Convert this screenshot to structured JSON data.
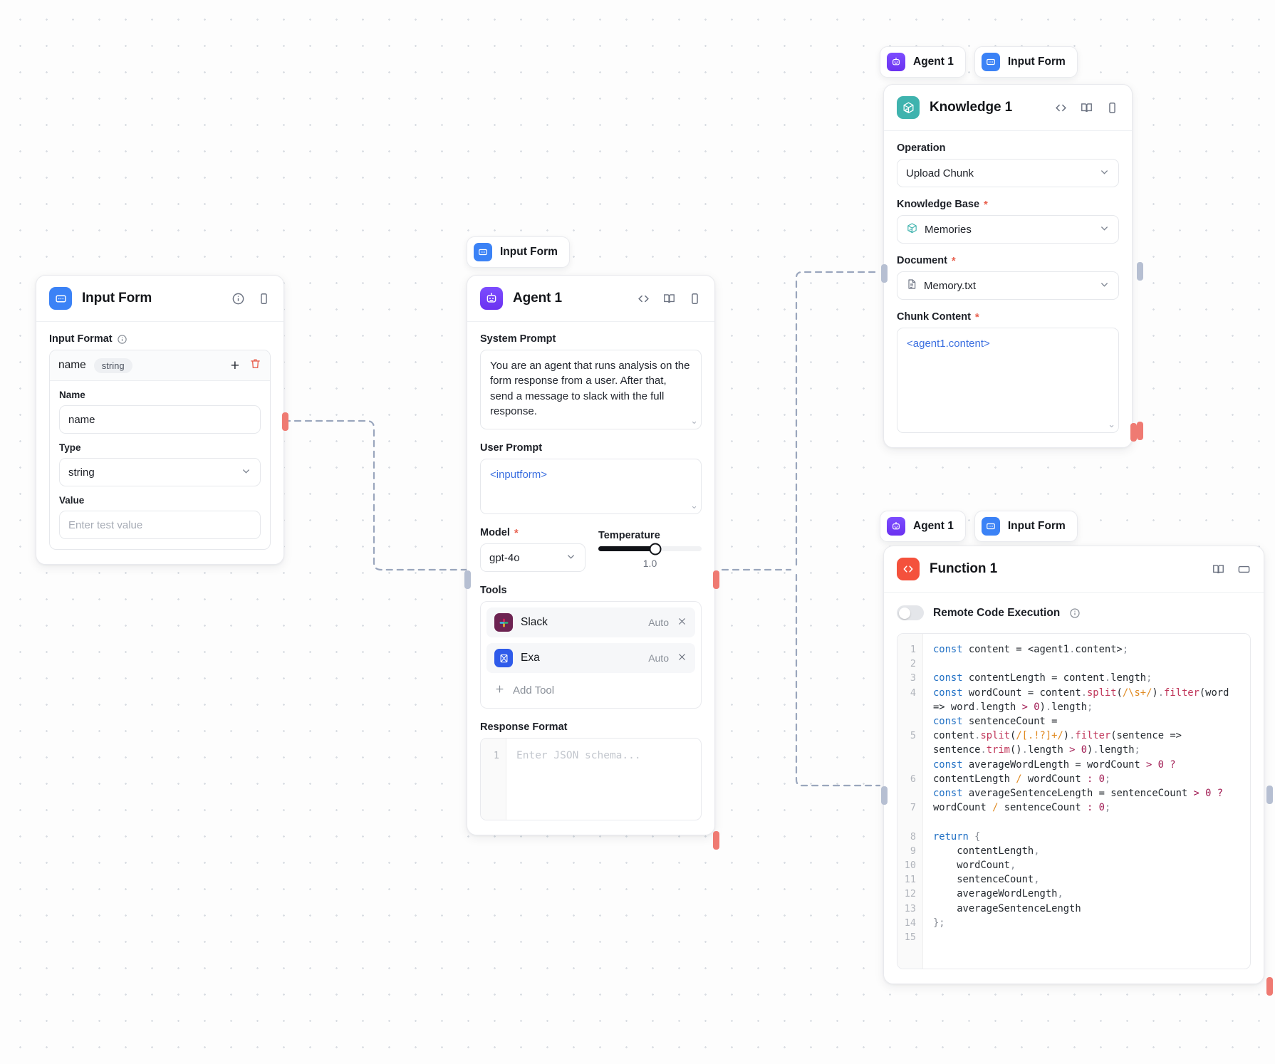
{
  "canvas": {
    "background": "#fdfdfd",
    "dot_color": "#d9dde3"
  },
  "colors": {
    "input_form_icon": "#3b82f6",
    "agent_icon": "#6b31f0",
    "knowledge_icon": "#3fb3ae",
    "function_icon": "#f4513c",
    "required_marker": "#e8604e",
    "token_text": "#3b6fe0",
    "port_in": "#b6bfd2",
    "port_out": "#ef7a72",
    "edge": "#9aa6bd"
  },
  "input_form_node": {
    "title": "Input Form",
    "icon": "input-form-icon",
    "header_icons": [
      "info-icon",
      "panel-icon"
    ],
    "input_format_label": "Input Format",
    "field_row": {
      "name": "name",
      "type_chip": "string",
      "add": "+",
      "delete": "delete-icon"
    },
    "name_label": "Name",
    "name_value": "name",
    "type_label": "Type",
    "type_value": "string",
    "value_label": "Value",
    "value_placeholder": "Enter test value"
  },
  "agent_node": {
    "tab": {
      "label": "Input Form",
      "icon": "input-form-icon"
    },
    "title": "Agent 1",
    "icon": "agent-icon",
    "header_icons": [
      "code-icon",
      "book-icon",
      "panel-icon"
    ],
    "system_prompt_label": "System Prompt",
    "system_prompt_value": "You are an agent that runs analysis on the form response from a user. After that, send a message to slack with the full response.",
    "user_prompt_label": "User Prompt",
    "user_prompt_value": "<inputform>",
    "model_label": "Model",
    "model_required": "*",
    "model_value": "gpt-4o",
    "temperature_label": "Temperature",
    "temperature_value": "1.0",
    "temperature_percent": 55,
    "tools_label": "Tools",
    "tools": [
      {
        "name": "Slack",
        "mode": "Auto",
        "remove": "close-icon"
      },
      {
        "name": "Exa",
        "mode": "Auto",
        "remove": "close-icon"
      }
    ],
    "add_tool_label": "Add Tool",
    "response_format_label": "Response Format",
    "response_format_line_number": "1",
    "response_format_placeholder": "Enter JSON schema..."
  },
  "knowledge_node": {
    "tabs": [
      {
        "label": "Agent 1",
        "icon": "agent-icon"
      },
      {
        "label": "Input Form",
        "icon": "input-form-icon"
      }
    ],
    "title": "Knowledge 1",
    "icon": "knowledge-icon",
    "header_icons": [
      "code-icon",
      "book-icon",
      "panel-icon"
    ],
    "operation_label": "Operation",
    "operation_value": "Upload Chunk",
    "knowledge_base_label": "Knowledge Base",
    "knowledge_base_required": "*",
    "knowledge_base_value": "Memories",
    "document_label": "Document",
    "document_required": "*",
    "document_value": "Memory.txt",
    "chunk_content_label": "Chunk Content",
    "chunk_content_required": "*",
    "chunk_content_value": "<agent1.content>"
  },
  "function_node": {
    "tabs": [
      {
        "label": "Agent 1",
        "icon": "agent-icon"
      },
      {
        "label": "Input Form",
        "icon": "input-form-icon"
      }
    ],
    "title": "Function 1",
    "icon": "function-icon",
    "header_icons": [
      "book-icon",
      "window-icon"
    ],
    "remote_code_execution_label": "Remote Code Execution",
    "remote_code_execution_enabled": false,
    "code_line_numbers": [
      "1",
      "2",
      "3",
      "4",
      "5",
      "6",
      "7",
      "8",
      "9",
      "10",
      "11",
      "12",
      "13",
      "14",
      "15"
    ],
    "code_lines": [
      "const content = <agent1.content>;",
      "",
      "const contentLength = content.length;",
      "const wordCount = content.split(/\\s+/).filter(word => word.length > 0).length;",
      "const sentenceCount = content.split(/[.!?]+/).filter(sentence => sentence.trim().length > 0).length;",
      "const averageWordLength = wordCount > 0 ? contentLength / wordCount : 0;",
      "const averageSentenceLength = sentenceCount > 0 ? wordCount / sentenceCount : 0;",
      "",
      "return {",
      "  contentLength,",
      "  wordCount,",
      "  sentenceCount,",
      "  averageWordLength,",
      "  averageSentenceLength",
      "};"
    ]
  }
}
